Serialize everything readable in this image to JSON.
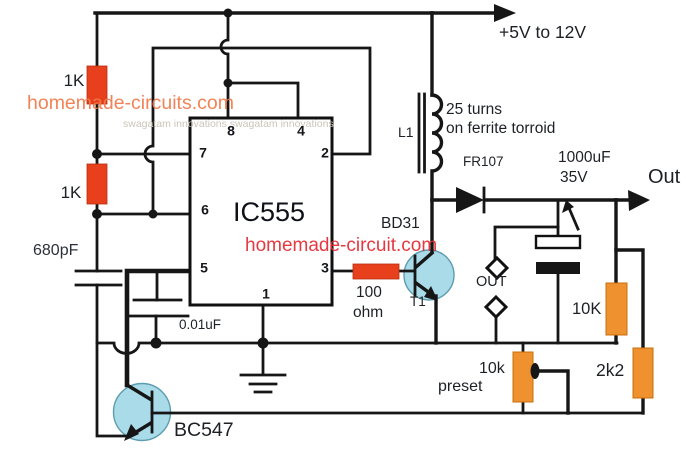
{
  "supply": {
    "label": "+5V to 12V"
  },
  "output": {
    "label": "Out",
    "terminal_label": "OUT"
  },
  "ic555": {
    "label": "IC555",
    "pin1": "1",
    "pin2": "2",
    "pin3": "3",
    "pin4": "4",
    "pin5": "5",
    "pin6": "6",
    "pin7": "7",
    "pin8": "8"
  },
  "resistors": {
    "r1": "1K",
    "r2": "1K",
    "r3_line1": "100",
    "r3_line2": "ohm",
    "r4": "10K",
    "r5": "2k2"
  },
  "preset": {
    "line1": "10k",
    "line2": "preset"
  },
  "capacitors": {
    "c1": "680pF",
    "c2": "0.01uF",
    "c3_line1": "1000uF",
    "c3_line2": "35V"
  },
  "inductor": {
    "ref": "L1",
    "note_line1": "25 turns",
    "note_line2": "on ferrite torroid"
  },
  "diode": {
    "label": "FR107"
  },
  "transistors": {
    "t1_part": "BD31",
    "t1_ref": "T1",
    "t2_part": "BC547"
  },
  "watermarks": {
    "orange": "homemade-circuits.com",
    "faint": "swagatam innovations swagatam innovations",
    "red": "homemade-circuit.com"
  },
  "colors": {
    "wire": "#161616",
    "resistor_red": "#e8401c",
    "resistor_orange": "#f0912f",
    "transistor_fill": "#a9dbe9",
    "watermark_orange": "#f0794a",
    "watermark_red": "#e32b33",
    "watermark_faint": "#ccc4b8"
  }
}
